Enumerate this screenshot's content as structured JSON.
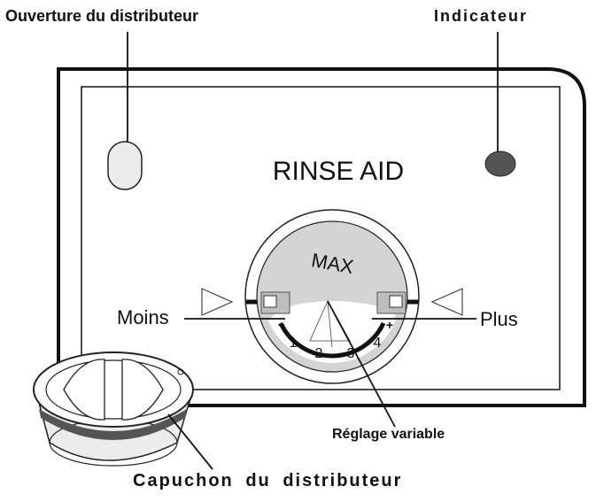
{
  "labels": {
    "dispenser_opening": "Ouverture du distributeur",
    "indicator": "Indicateur",
    "panel_title": "RINSE AID",
    "less": "Moins",
    "more": "Plus",
    "variable_setting": "Réglage variable",
    "dispenser_cap": "Capuchon du distributeur"
  },
  "dial": {
    "max_label": "MAX",
    "minus_sign": "−",
    "plus_sign": "+",
    "levels": [
      "1",
      "2",
      "3",
      "4"
    ]
  },
  "colors": {
    "line": "#111111",
    "indicator_fill": "#555555",
    "dial_fill": "#d4d4d4",
    "panel_fill": "#ffffff"
  },
  "icons": [
    "left-arrow-icon",
    "right-arrow-icon"
  ]
}
